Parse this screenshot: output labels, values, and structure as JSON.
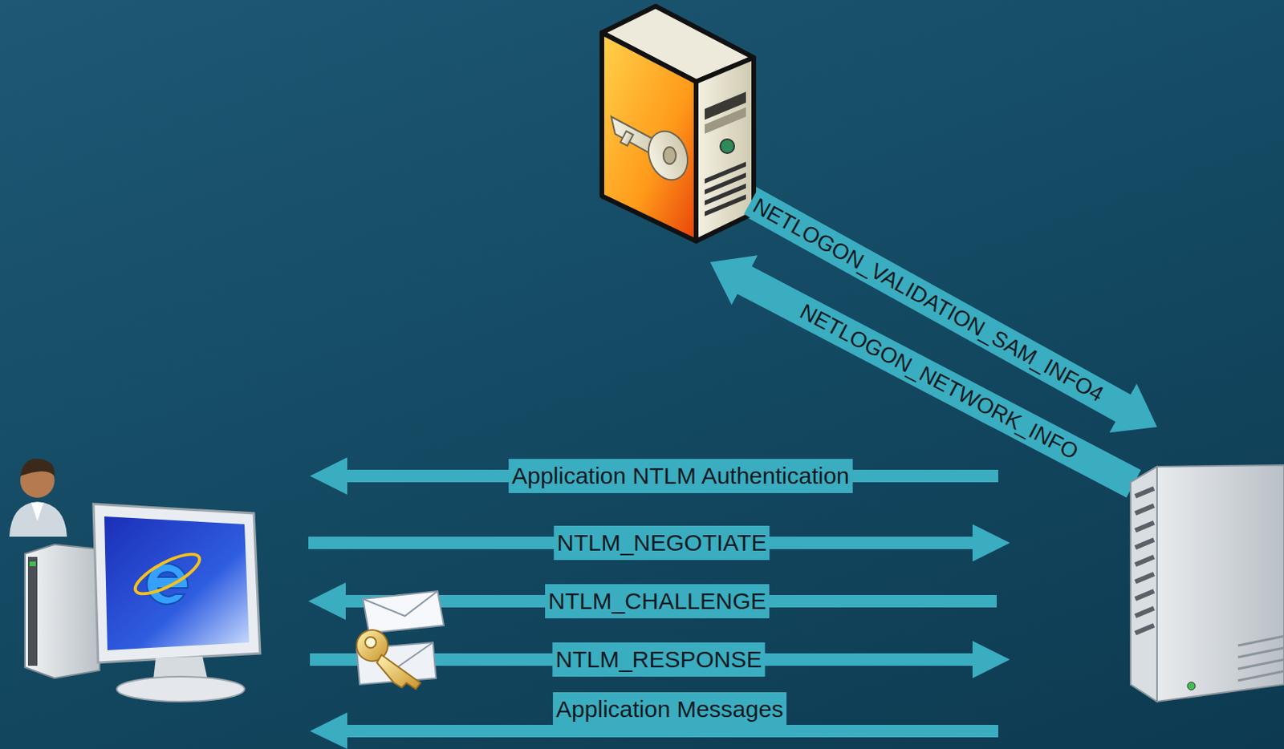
{
  "diagram": {
    "labels": [
      "NETLOGON_VALIDATION_SAM_INFO4",
      "NETLOGON_NETWORK_INFO",
      "Application NTLM Authentication",
      "NTLM_NEGOTIATE",
      "NTLM_CHALLENGE",
      "NTLM_RESPONSE",
      "Application Messages"
    ]
  }
}
